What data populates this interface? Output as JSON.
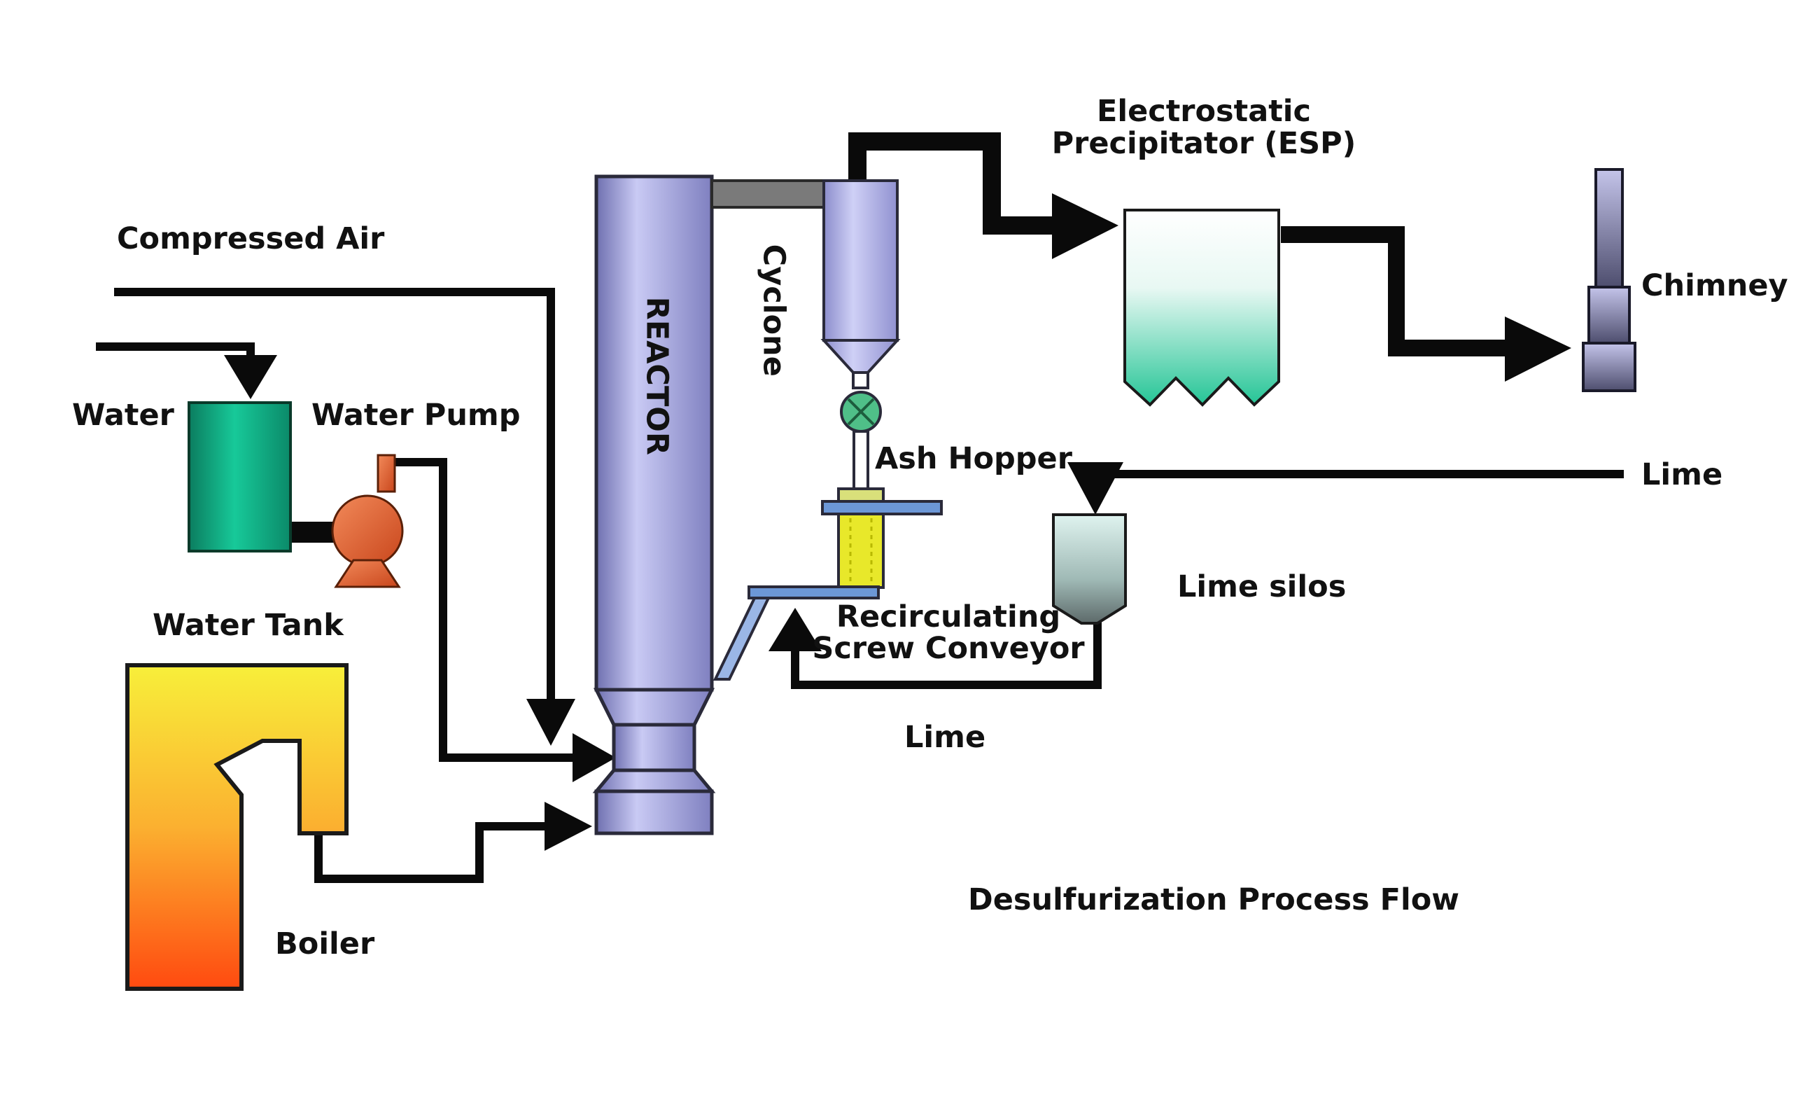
{
  "diagram": {
    "title": "Desulfurization Process Flow",
    "labels": {
      "compressed_air": "Compressed Air",
      "water": "Water",
      "water_pump": "Water Pump",
      "water_tank": "Water Tank",
      "boiler": "Boiler",
      "reactor": "REACTOR",
      "cyclone": "Cyclone",
      "esp_line1": "Electrostatic",
      "esp_line2": "Precipitator (ESP)",
      "chimney": "Chimney",
      "ash_hopper": "Ash Hopper",
      "lime_feed": "Lime",
      "lime_silos": "Lime silos",
      "conveyor_line1": "Recirculating",
      "conveyor_line2": "Screw Conveyor",
      "lime_bottom": "Lime"
    },
    "colors": {
      "line": "#0a0a0a",
      "reactor": "#a7a8e0",
      "tank": "#0fae86",
      "pump": "#e8693a",
      "boiler_top": "#f7e83a",
      "boiler_bottom": "#ff4a10",
      "esp_fill": "#2fc9a0",
      "conveyor": "#e6e62a",
      "plate": "#6c97d6"
    }
  }
}
